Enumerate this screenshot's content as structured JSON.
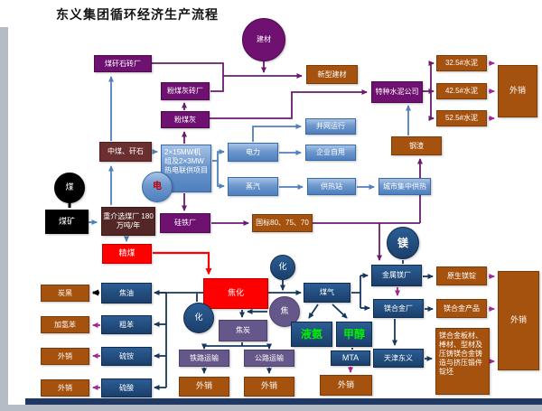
{
  "title": "东义集团循环经济生产流程",
  "colors": {
    "purple_box": "#6e1170",
    "navy_box": "#1f4777",
    "blue_box_gradient": "#4e80be",
    "orange_box": "#a5520e",
    "red_box": "#ff0000",
    "maroon_box": "#6b2f2f",
    "muted_purple_box": "#655789",
    "green_text": "#00f000",
    "blue_arrow": "#4f81bd",
    "navy_arrow": "#17375e",
    "purple_arrow": "#6a1b70",
    "magenta_arrow": "#a12897",
    "red_arrow": "#ff0000",
    "bottom_bar": "#203864"
  },
  "nodes": {
    "jiancai_circle": "建材",
    "mgs_brick": "煤矸石砖厂",
    "fmh_brick": "粉煤灰砖厂",
    "fmh": "粉煤灰",
    "zhongmei": "中煤、矸石",
    "project": "2×15MW机组及2×3MW热电联供项目",
    "dian_circle": "电",
    "dianli": "电力",
    "bingwang": "并网运行",
    "qiye": "企业自用",
    "zhengqi": "蒸汽",
    "gongrezhan": "供热站",
    "chengshi": "城市集中供热",
    "xinxing": "新型建材",
    "cement_co": "特种水泥公司",
    "c325": "32.5#水泥",
    "c425": "42.5#水泥",
    "c525": "52.5#水泥",
    "waixiao_cement": "外销",
    "gangzha": "钢渣",
    "coal_circle": "煤",
    "meikuang": "煤矿",
    "xuanmei": "重介选煤厂 180万吨/年",
    "jingmei": "精煤",
    "guitie": "硅铁厂",
    "guobiao": "国标80、75、70",
    "mei_circle": "镁",
    "jinshumei": "金属镁厂",
    "yuansheng": "原生镁锭",
    "meihejin": "镁合金厂",
    "meichanpin": "镁合金产品",
    "waixiao_mg": "外销",
    "tianjin": "天津东义",
    "mg_products": "镁合金板材、棒材、型材及压铸镁合金铸造与挤压锻件锭坯",
    "jiaohua": "焦化",
    "hua1_circle": "化",
    "hua2_circle": "化",
    "jiao_circle": "焦",
    "meiqi": "煤气",
    "yean": "液氨",
    "jiachun": "甲醇",
    "mta": "MTA",
    "waixiao_mta": "外销",
    "jiaotan": "焦炭",
    "tielu": "铁路运输",
    "gonglu": "公路运输",
    "waixiao_tielu": "外销",
    "waixiao_gonglu": "外销",
    "tanhei": "炭黑",
    "jiaoyou": "焦油",
    "jiaqingben": "加氢苯",
    "cuben": "粗苯",
    "waixiao_liuan": "外销",
    "liuan": "硫铵",
    "waixiao_liusuan": "外销",
    "liusuan": "硫酸"
  }
}
